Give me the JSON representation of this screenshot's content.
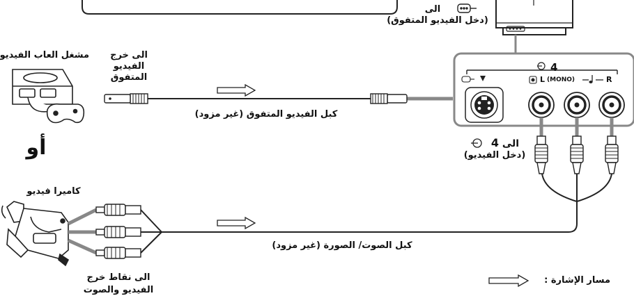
{
  "labels": {
    "tv_input_to": "الى",
    "tv_input_desc": "(دخل الفيديو المتفوق)",
    "game_player": "مشغل العاب الفيديو",
    "svideo_out_line1": "الى خرج",
    "svideo_out_line2": "الفيديو",
    "svideo_out_line3": "المتفوق",
    "svideo_cable": "كبل الفيديو المتفوق (غير مزود)",
    "or": "أو",
    "camcorder": "كاميرا فيديو",
    "input4_to": "الى",
    "input4_num": "4",
    "input4_desc": "(دخل الفيديو)",
    "av_cable": "كبل الصوت/ الصورة (غير مزود)",
    "av_out_line1": "الى نقاط خرج",
    "av_out_line2": "الفيديو والصوت",
    "signal_path": "مسار الإشارة :"
  },
  "panel": {
    "input_number": "4",
    "audio_left": "L",
    "mono": "(MONO)",
    "audio_right": "R"
  }
}
